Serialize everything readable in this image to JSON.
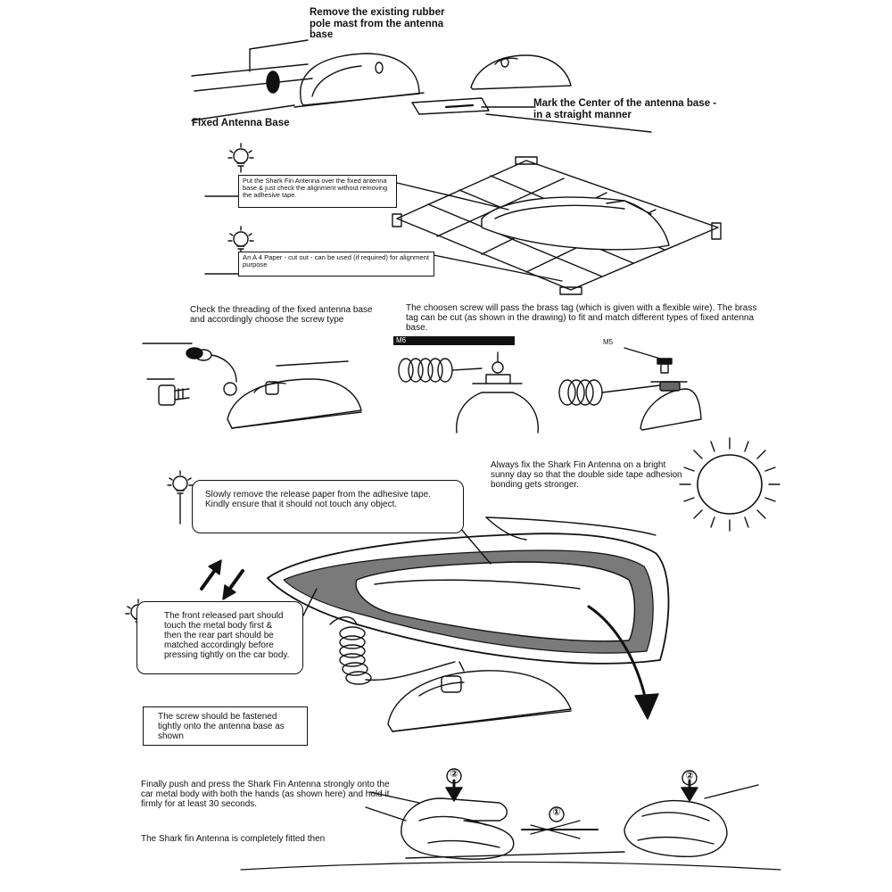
{
  "steps": {
    "remove_mast": "Remove the existing rubber pole mast from the antenna base",
    "fixed_base": "Fixed Antenna Base",
    "mark_center": "Mark the Center of the antenna base - in a straight manner",
    "put_fin": "Put the Shark Fin Antenna over the fixed antenna base & just check the alignment without removing the adhesive tape.",
    "a4_paper": "An A 4 Paper - cut out - can be used (if required) for alignment purpose",
    "check_thread": "Check the threading of the fixed antenna base and accordingly choose the screw type",
    "brass_tag": "The choosen screw will pass the brass tag (which is given with a flexible wire). The brass tag can be cut (as shown in the drawing) to fit and match different types of fixed antenna base.",
    "tag_m5": "M5",
    "tag_m6": "M6",
    "sunny_day": "Always fix the Shark Fin Antenna on a bright sunny day so that the double side tape adhesion bonding gets stronger.",
    "release_paper": "Slowly remove the release paper from the adhesive tape. Kindly ensure that it should not touch any object.",
    "front_part": "The front released part should touch the metal body first & then the rear part should be matched accordingly before pressing tightly on the car body.",
    "screw_fasten": "The screw should be fastened tightly onto the antenna base as shown",
    "press_hold": "Finally push and press the Shark Fin Antenna strongly onto the car metal body with both the hands (as shown here) and hold it firmly for at least 30 seconds.",
    "fitted": "The Shark fin Antenna is completely fitted then",
    "marker_1": "①",
    "marker_2a": "②",
    "marker_2b": "②"
  },
  "icons": [
    "bulb-icon",
    "sun-icon",
    "arrow-icon",
    "screw-icon",
    "coil-spring-icon",
    "hand-icon"
  ],
  "colors": {
    "ink": "#111111",
    "paper": "#ffffff",
    "shade": "#6e6e6e"
  }
}
